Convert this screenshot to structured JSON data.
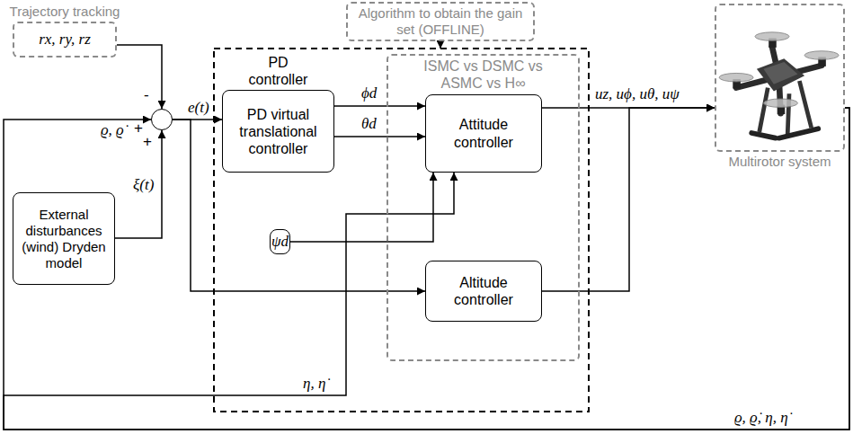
{
  "diagram": {
    "nodes": [
      {
        "text": [
          "Algorithm to obtain the gain set (OFFLINE)"
        ]
      },
      {
        "text": [
          "Trajectory tracking",
          "rx, ry, rz"
        ]
      },
      {
        "text": [
          "-",
          "+",
          "+"
        ]
      },
      {
        "text": [
          "External disturbances (wind) Dryden model"
        ]
      },
      {
        "text": [
          "PD controller",
          "PD virtual translational controller"
        ]
      },
      {
        "text": [
          "ISMC vs DSMC vs ASMC vs H∞"
        ]
      },
      {
        "text": [
          "Attitude controller"
        ],
        "in": 5
      },
      {
        "text": [
          "Altitude controller"
        ],
        "in": 5
      },
      {
        "text": [
          "ψd"
        ]
      },
      {
        "text": [
          "Multirotor system"
        ]
      }
    ],
    "edges": [
      {
        "from": 1,
        "to": 2,
        "arrow": "to"
      },
      {
        "from": 3,
        "to": 2,
        "label": "ξ(t)",
        "arrow": "to"
      },
      {
        "from": 2,
        "to": 4,
        "label": "e(t)",
        "arrow": "to"
      },
      {
        "from": 2,
        "to": 7,
        "arrow": "to"
      },
      {
        "from": 4,
        "to": 6,
        "label": "ϕd",
        "arrow": "to"
      },
      {
        "from": 4,
        "to": 6,
        "label": "θd",
        "arrow": "to"
      },
      {
        "from": 8,
        "to": 6,
        "arrow": "to"
      },
      {
        "from": 6,
        "to": 9,
        "label": "uz, uϕ, uθ, uψ",
        "arrow": "to"
      },
      {
        "from": 7,
        "to": 9,
        "arrow": "to"
      },
      {
        "from": 9,
        "to": 2,
        "label": "ϱ, ϱ̇, η, η̇",
        "arrow": "to"
      },
      {
        "from": 9,
        "to": 6,
        "label": "η, η̇",
        "arrow": "to"
      }
    ],
    "labels": [
      "ϱ, ϱ̇"
    ]
  }
}
